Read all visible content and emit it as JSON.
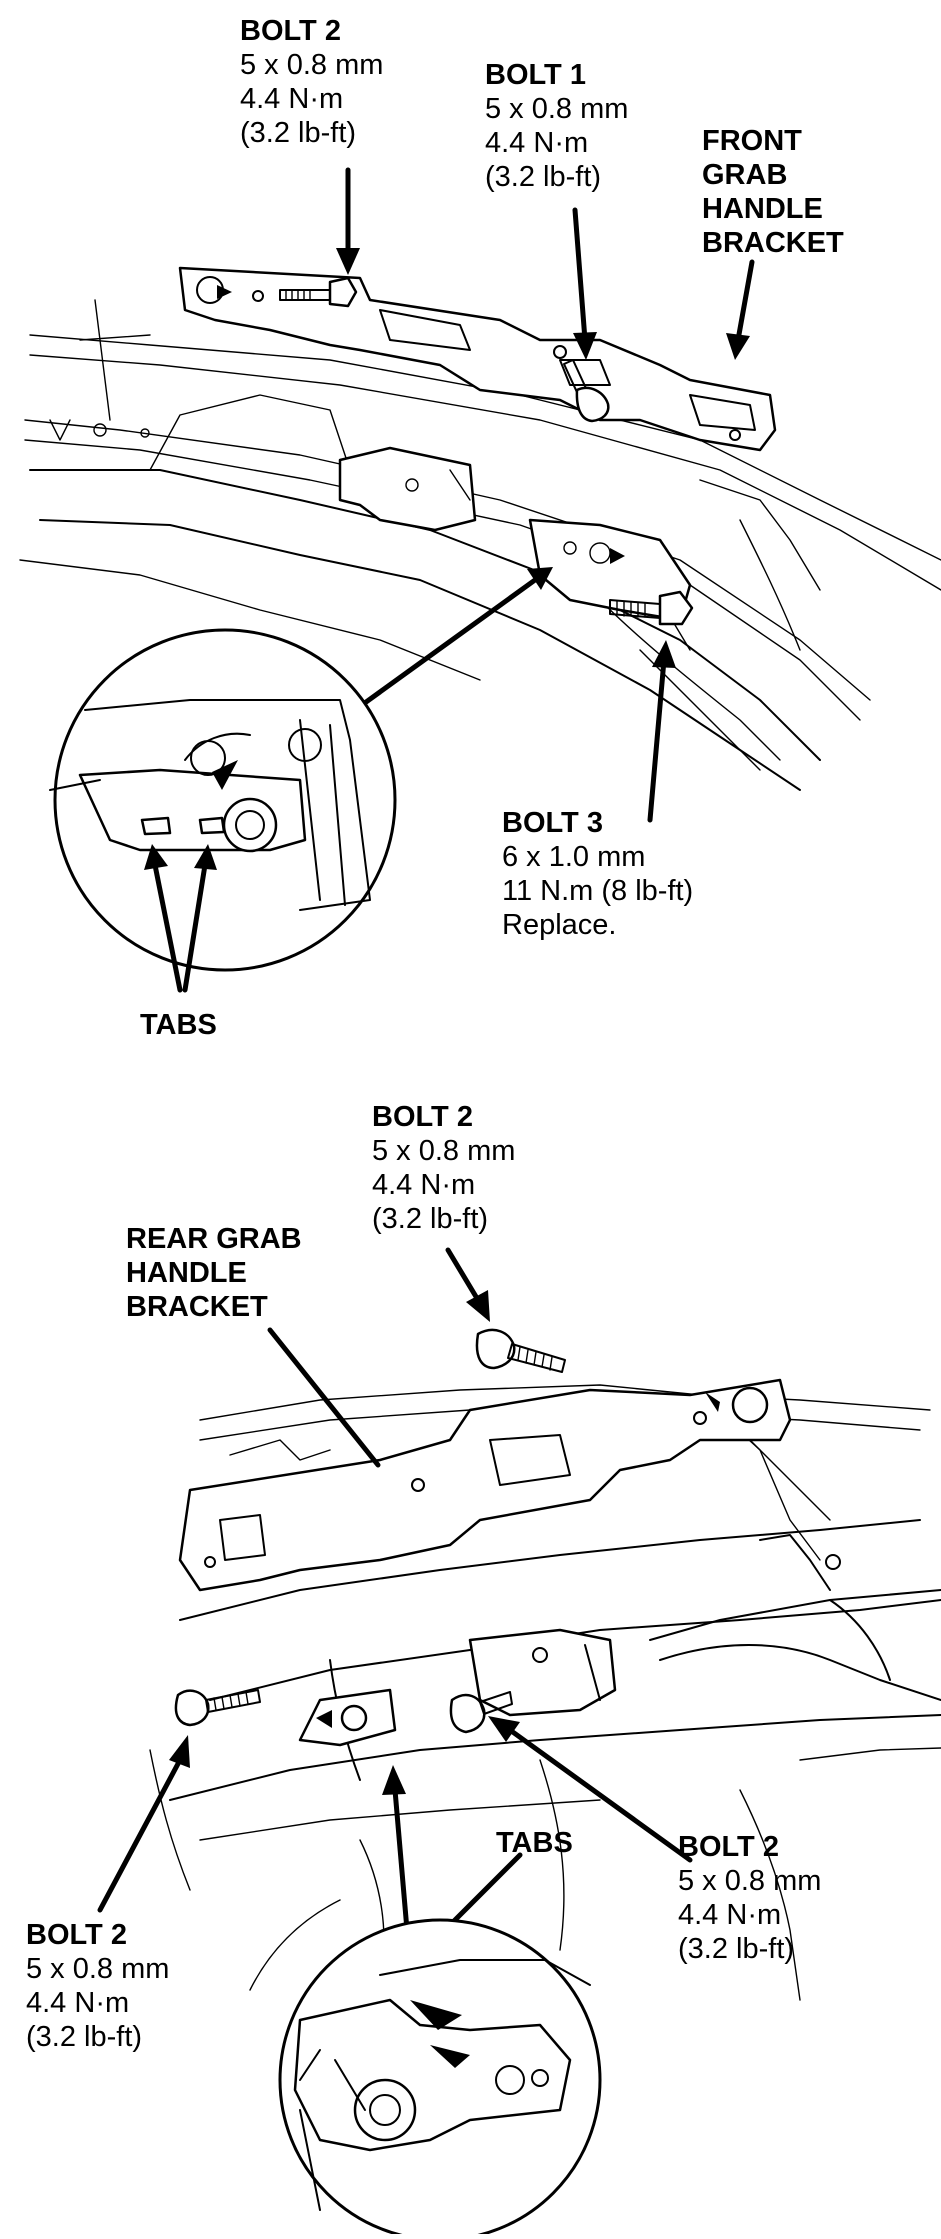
{
  "labels": {
    "top_bolt2": {
      "title": "BOLT 2",
      "lines": [
        "5 x 0.8 mm",
        "4.4 N·m",
        "(3.2 lb-ft)"
      ]
    },
    "top_bolt1": {
      "title": "BOLT 1",
      "lines": [
        "5 x 0.8 mm",
        "4.4 N·m",
        "(3.2 lb-ft)"
      ]
    },
    "front_bracket": {
      "lines": [
        "FRONT",
        "GRAB",
        "HANDLE",
        "BRACKET"
      ]
    },
    "bolt3": {
      "title": "BOLT 3",
      "lines": [
        "6 x 1.0 mm",
        "11 N.m (8 lb-ft)",
        "Replace."
      ]
    },
    "top_tabs": {
      "title": "TABS"
    },
    "mid_bolt2": {
      "title": "BOLT 2",
      "lines": [
        "5 x 0.8 mm",
        "4.4 N·m",
        "(3.2 lb-ft)"
      ]
    },
    "rear_bracket": {
      "lines": [
        "REAR GRAB",
        "HANDLE",
        "BRACKET"
      ]
    },
    "bottom_tabs": {
      "title": "TABS"
    },
    "right_bolt2": {
      "title": "BOLT 2",
      "lines": [
        "5 x 0.8 mm",
        "4.4 N·m",
        "(3.2 lb-ft)"
      ]
    },
    "left_bolt2": {
      "title": "BOLT 2",
      "lines": [
        "5 x 0.8 mm",
        "4.4 N·m",
        "(3.2 lb-ft)"
      ]
    }
  }
}
